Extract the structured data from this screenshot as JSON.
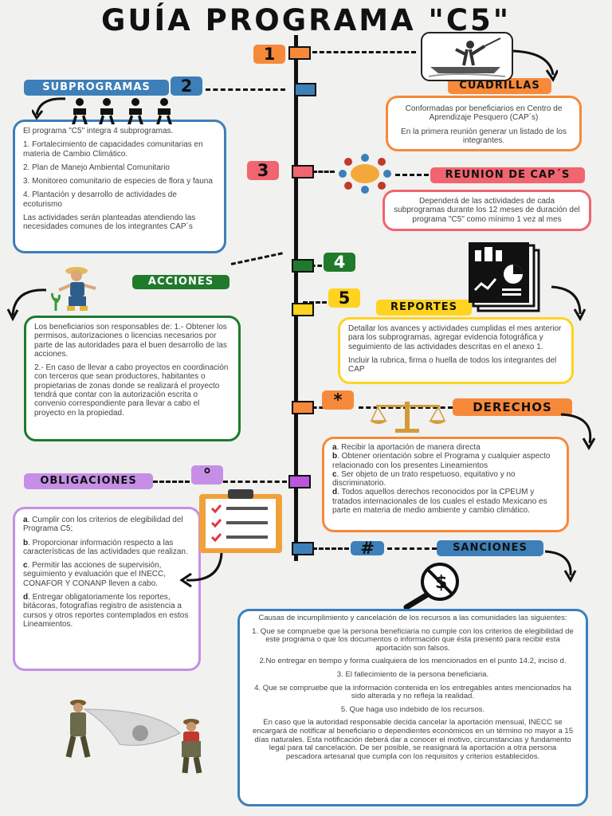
{
  "title": "GUÍA  PROGRAMA \"C5\"",
  "colors": {
    "orange": "#f7893a",
    "blue": "#3d7fb8",
    "red": "#f0656f",
    "green": "#1f7a2c",
    "yellow": "#ffd31f",
    "purple": "#c58fe6",
    "violet": "#bb55dd",
    "spine": "#111111"
  },
  "nodes": {
    "n1": {
      "number": "1",
      "label": "CUADRILLAS"
    },
    "n2": {
      "number": "2",
      "label": "SUBPROGRAMAS"
    },
    "n3": {
      "number": "3",
      "label": "REUNION DE CAP´S"
    },
    "n4": {
      "number": "4",
      "label": "ACCIONES"
    },
    "n5": {
      "number": "5",
      "label": "REPORTES"
    },
    "n6": {
      "number": "*",
      "label": "DERECHOS"
    },
    "n7": {
      "number": "°",
      "label": "OBLIGACIONES"
    },
    "n8": {
      "number": "#",
      "label": "SANCIONES"
    }
  },
  "cuadrillas": {
    "p1": "Conformadas por beneficiarios  en Centro de Aprendizaje Pesquero (CAP´s)",
    "p2": "En la primera reunión generar un listado de los integrantes."
  },
  "subprogramas": {
    "intro": "El programa \"C5\" integra 4 subprogramas.",
    "items": [
      "1. Fortalecimiento de capacidades comunitarias en materia de Cambio Climático.",
      "2. Plan de Manejo Ambiental Comunitario",
      "3. Monitoreo comunitario de especies de flora y fauna",
      "4. Plantación y desarrollo de actividades de ecoturismo"
    ],
    "outro": "Las actividades serán planteadas atendiendo las necesidades comunes de los integrantes CAP´s"
  },
  "reunion": {
    "text": "Dependerá de las actividades de cada subprogramas durante los 12 meses de duración del programa \"C5\" como mínimo 1 vez al mes"
  },
  "acciones": {
    "p1": "Los beneficiarios son responsables de: 1.- Obtener los permisos, autorizaciones o licencias necesarios por parte de las autoridades para el buen desarrollo de las acciones.",
    "p2": "2.- En caso de llevar a cabo proyectos en coordinación con terceros que sean productores, habitantes o propietarias de zonas donde se realizará el proyecto tendrá que contar con la autorización escrita o convenio correspondiente para llevar a cabo el proyecto en la propiedad."
  },
  "reportes": {
    "p1": "Detallar los avances y actividades cumplidas el  mes anterior para los subprogramas, agregar evidencia fotográfica y seguimiento de las actividades descritas en el anexo 1.",
    "p2": "Incluir la rubrica, firma o huella de todos los integrantes del CAP"
  },
  "derechos": {
    "items": [
      {
        "letter": "a",
        "text": ". Recibir la aportación de manera directa"
      },
      {
        "letter": "b",
        "text": ". Obtener orientación sobre el Programa y cualquier aspecto relacionado con los presentes Lineamientos"
      },
      {
        "letter": "c",
        "text": ". Ser objeto de un trato respetuoso, equitativo y no discriminatorio."
      },
      {
        "letter": "d",
        "text": ". Todos aquellos derechos reconocidos por la CPEUM y tratados internacionales de los cuales el estado Mexicano es parte en materia de medio ambiente y cambio climático."
      }
    ]
  },
  "obligaciones": {
    "items": [
      {
        "letter": "a",
        "text": ". Cumplir con los criterios de elegibilidad del Programa C5;"
      },
      {
        "letter": "b",
        "text": ". Proporcionar información respecto a las características de las actividades que realizan."
      },
      {
        "letter": "c",
        "text": ". Permitir las acciones de supervisión, seguimiento y evaluación que el INECC, CONAFOR Y CONANP lleven a cabo."
      },
      {
        "letter": "d",
        "text": ". Entregar obligatoriamente los reportes, bitácoras, fotografías registro de asistencia a cursos y otros reportes contemplados en estos Lineamientos."
      }
    ]
  },
  "sanciones": {
    "paragraphs": [
      "Causas de incumplimiento y cancelación de los recursos  a las comunidades las siguientes:",
      "1. Que se compruebe que la persona beneficiaria no cumple con los criterios de elegibilidad de este programa o que los documentos o información que ésta presentó para recibir esta aportación son falsos.",
      "2.No entregar en tiempo y forma cualquiera de los mencionados en el punto 14.2, inciso d.",
      "3. El fallecimiento de la persona beneficiaria.",
      "4. Que se compruebe que la información contenida en los entregables antes mencionados ha sido alterada y no refleja la realidad.",
      "5. Que haga uso indebido de los recursos.",
      "En caso que la autoridad responsable decida cancelar la aportación mensual, INECC se encargará de notificar al beneficiario o dependientes económicos en un término no mayor a 15 días naturales. Esta notificación deberá dar a conocer el motivo, circunstancias y fundamento legal para tal cancelación. De ser posible, se reasignará la aportación a otra persona pescadora artesanal que cumpla con los requisitos y criterios establecidos."
    ]
  },
  "icons": [
    "fisherman-boat-icon",
    "meeting-people-icon",
    "round-table-icon",
    "farmer-plant-icon",
    "report-document-icon",
    "scales-justice-icon",
    "clipboard-checklist-icon",
    "magnifier-ban-icon",
    "fishermen-net-icon",
    "curved-arrow-icon"
  ]
}
